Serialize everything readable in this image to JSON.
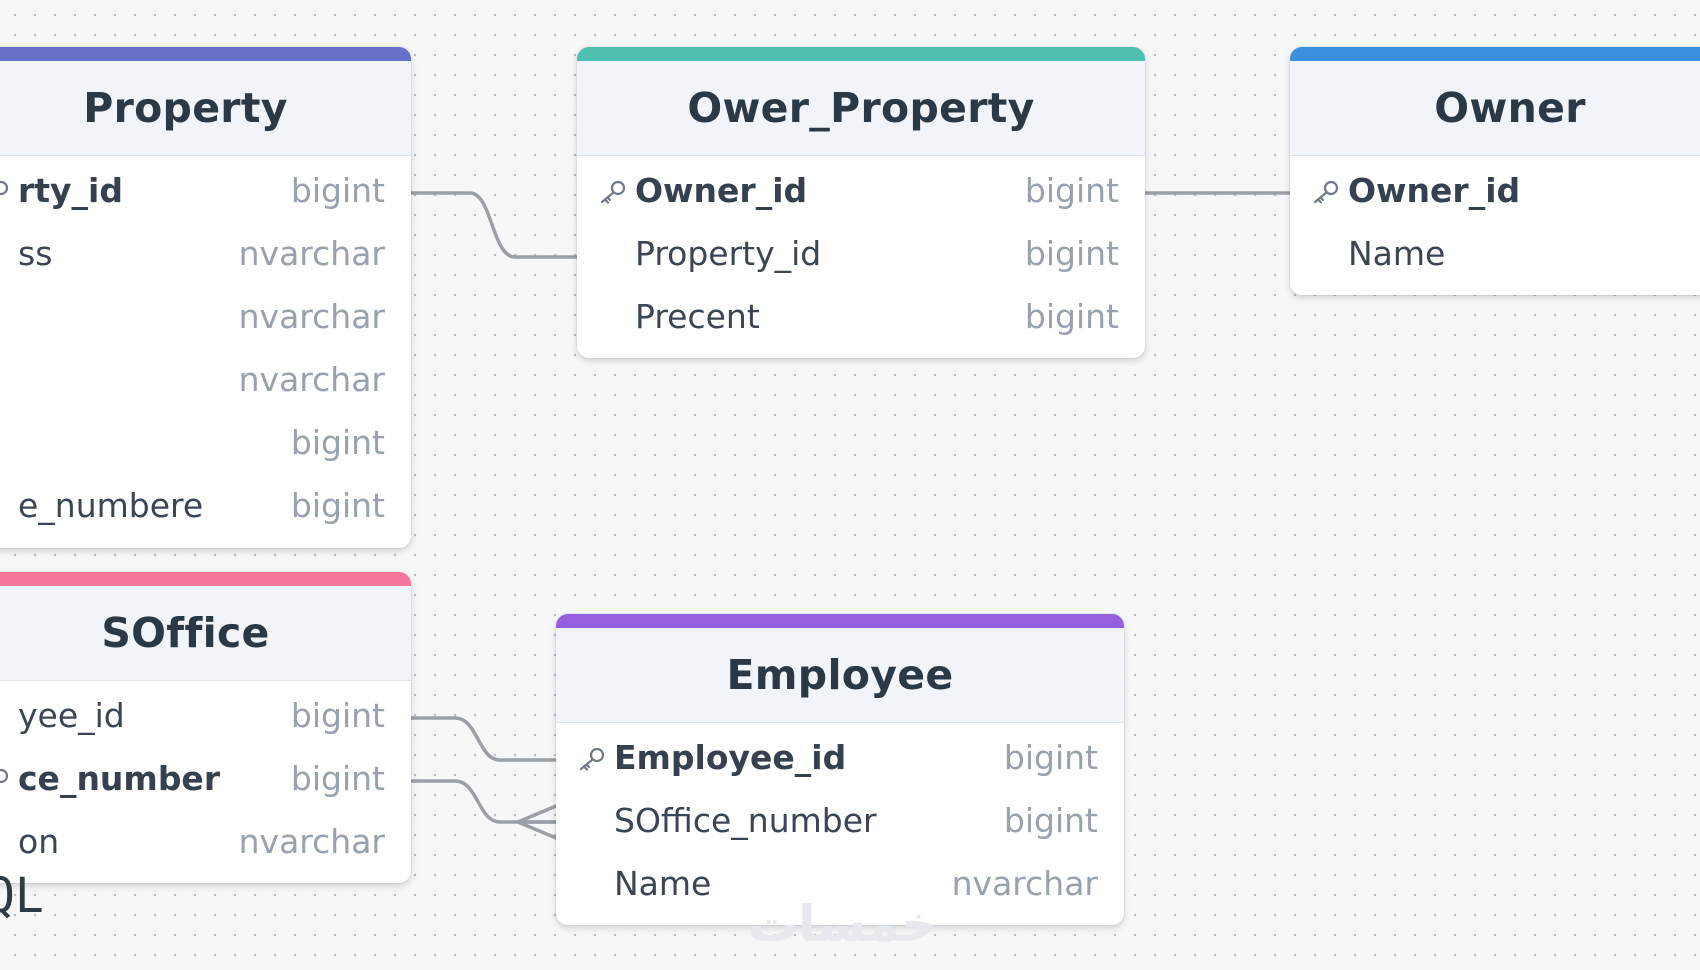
{
  "tables": [
    {
      "id": "property",
      "name": "Property",
      "accent": "#6672c9",
      "fields": [
        {
          "name": "rty_id",
          "type": "bigint",
          "pk": true
        },
        {
          "name": "ss",
          "type": "nvarchar",
          "pk": false
        },
        {
          "name": "",
          "type": "nvarchar",
          "pk": false
        },
        {
          "name": "",
          "type": "nvarchar",
          "pk": false
        },
        {
          "name": "",
          "type": "bigint",
          "pk": false
        },
        {
          "name": "e_numbere",
          "type": "bigint",
          "pk": false
        }
      ]
    },
    {
      "id": "ower-property",
      "name": "Ower_Property",
      "accent": "#4fbfb1",
      "fields": [
        {
          "name": "Owner_id",
          "type": "bigint",
          "pk": true
        },
        {
          "name": "Property_id",
          "type": "bigint",
          "pk": false
        },
        {
          "name": "Precent",
          "type": "bigint",
          "pk": false
        }
      ]
    },
    {
      "id": "owner",
      "name": "Owner",
      "accent": "#3890de",
      "fields": [
        {
          "name": "Owner_id",
          "type": "",
          "pk": true
        },
        {
          "name": "Name",
          "type": "",
          "pk": false
        }
      ]
    },
    {
      "id": "soffice",
      "name": "SOffice",
      "accent": "#f5769a",
      "fields": [
        {
          "name": "yee_id",
          "type": "bigint",
          "pk": false
        },
        {
          "name": "ce_number",
          "type": "bigint",
          "pk": true
        },
        {
          "name": "on",
          "type": "nvarchar",
          "pk": false
        }
      ]
    },
    {
      "id": "employee",
      "name": "Employee",
      "accent": "#9560e0",
      "fields": [
        {
          "name": "Employee_id",
          "type": "bigint",
          "pk": true
        },
        {
          "name": "SOffice_number",
          "type": "bigint",
          "pk": false
        },
        {
          "name": "Name",
          "type": "nvarchar",
          "pk": false
        }
      ]
    }
  ],
  "stray_text": "QL",
  "watermark": "خمسات",
  "colors": {
    "connector": "#9aa0a7",
    "key_icon": "#6f7a86"
  }
}
